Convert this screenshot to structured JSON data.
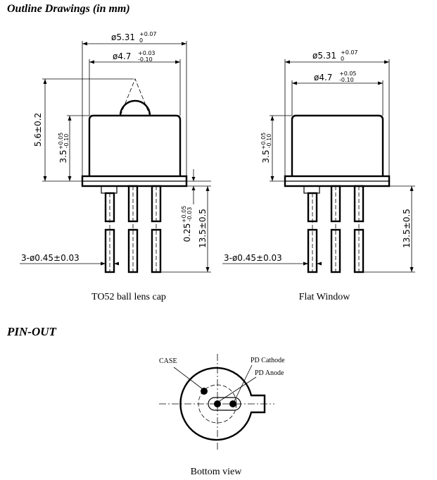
{
  "headings": {
    "outline": "Outline Drawings (in mm)",
    "pinout": "PIN-OUT"
  },
  "dims": {
    "case_dia_base": "ø5.31",
    "case_dia_tol_top": "+0.07",
    "case_dia_tol_bottom": "0",
    "cap_dia_base": "ø4.7",
    "cap_dia_tol_top": "+0.03",
    "cap_dia_tol_bottom": "-0.10",
    "cap_dia_tol_top_flat": "+0.05",
    "height_total": "5.6±0.2",
    "height_cap_base": "3.5",
    "height_cap_tol_top": "+0.05",
    "height_cap_tol_bottom": "-0.10",
    "lead_length": "13.5±0.5",
    "lead_offset_base": "0.25",
    "lead_offset_tol_top": "+0.05",
    "lead_offset_tol_bottom": "-0.03",
    "lead_dia": "3-ø0.45±0.03"
  },
  "captions": {
    "left": "TO52 ball lens cap",
    "right": "Flat Window",
    "bottom": "Bottom view"
  },
  "pins": {
    "case": "CASE",
    "cathode": "PD Cathode",
    "anode": "PD Anode"
  }
}
